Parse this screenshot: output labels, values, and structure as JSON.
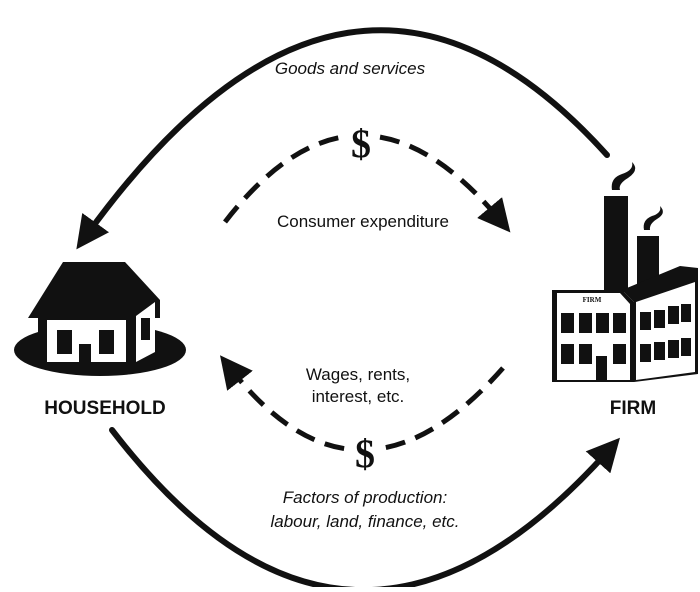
{
  "diagram": {
    "top_label": "Goods and services",
    "inner_top_label": "Consumer expenditure",
    "inner_bottom_label_line1": "Wages, rents,",
    "inner_bottom_label_line2": "interest, etc.",
    "bottom_label_line1": "Factors of production:",
    "bottom_label_line2": "labour, land, finance, etc.",
    "household_label": "HOUSEHOLD",
    "firm_label": "FIRM",
    "firm_sign": "FIRM",
    "currency_symbol": "$"
  },
  "colors": {
    "ink": "#111111",
    "paper": "#ffffff"
  },
  "icons": {
    "household": "house-icon",
    "firm": "factory-icon",
    "money": "dollar-icon"
  }
}
